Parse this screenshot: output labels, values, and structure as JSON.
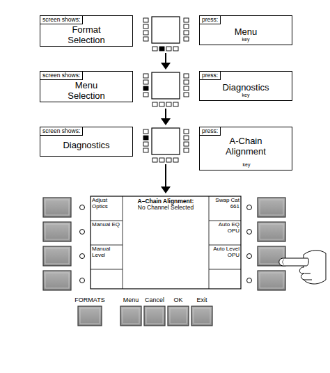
{
  "diagram": {
    "nodes": [
      {
        "text": [
          "screen shows:",
          "Format Selection"
        ]
      },
      {
        "text": [
          "press:",
          "Menu",
          "key"
        ]
      },
      {
        "text": [
          "screen shows:",
          "Menu Selection"
        ]
      },
      {
        "text": [
          "press:",
          "Diagnostics",
          "key"
        ]
      },
      {
        "text": [
          "screen shows:",
          "Diagnostics"
        ]
      },
      {
        "text": [
          "press:",
          "A-Chain Alignment",
          "key"
        ]
      },
      {
        "text": [
          "A–Chain Alignment:",
          "No Channel Selected"
        ]
      },
      {
        "text": [
          "Adjust Optics"
        ],
        "in": 6
      },
      {
        "text": [
          "Manual EQ"
        ],
        "in": 6
      },
      {
        "text": [
          "Manual Level"
        ],
        "in": 6
      },
      {
        "text": [
          "Swap Cat 661"
        ],
        "in": 6
      },
      {
        "text": [
          "Auto EQ OPU"
        ],
        "in": 6
      },
      {
        "text": [
          "Auto Level OPU"
        ],
        "in": 6
      }
    ],
    "labels": [
      "FORMATS",
      "Menu",
      "Cancel",
      "OK",
      "Exit"
    ]
  }
}
